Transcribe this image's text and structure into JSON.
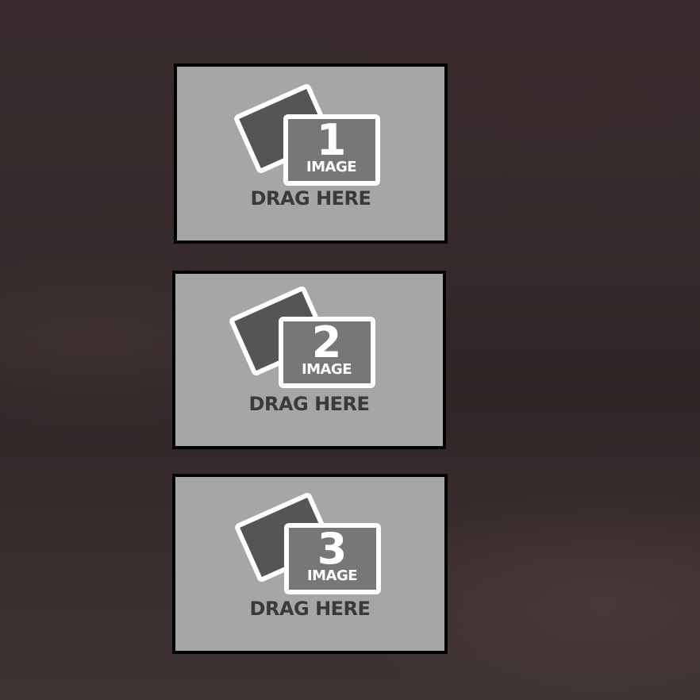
{
  "drop_zones": [
    {
      "number": "1",
      "image_label": "IMAGE",
      "action_label": "DRAG HERE"
    },
    {
      "number": "2",
      "image_label": "IMAGE",
      "action_label": "DRAG HERE"
    },
    {
      "number": "3",
      "image_label": "IMAGE",
      "action_label": "DRAG HERE"
    }
  ],
  "colors": {
    "background": "#352a2b",
    "zone_fill": "#a6a6a6",
    "zone_border": "#000000",
    "back_photo": "#555555",
    "front_photo": "#777777",
    "label_text": "#3a3a3a"
  }
}
